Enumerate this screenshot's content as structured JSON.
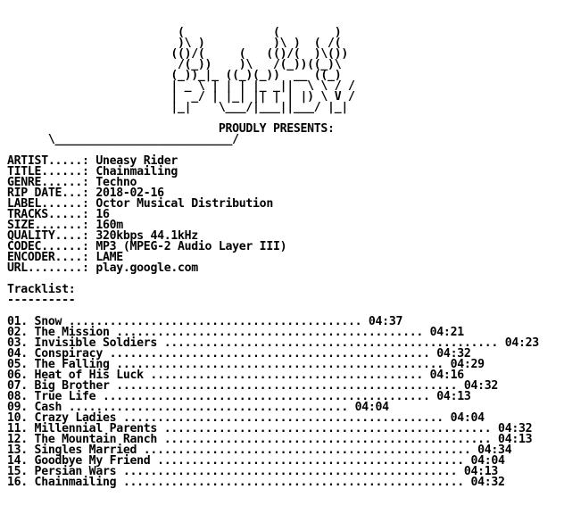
{
  "colors": {
    "background": "#ffffff",
    "text": "#000000"
  },
  "logo_ascii": [
    "                         (             (        )",
    "                         )\\ )          )\\ )  ( /(",
    "                        (()/(     (   (()/(  )\\())",
    "                         /(_))    )\\   /(_))((_)\\",
    "                        (_))_|_ ((_)(_))  __ ((_)",
    "                        | _ \\ | | | |_ _||  \\ \\ / /",
    "                        |  _/ | |_| || | | |) \\ V /",
    "                        |_|    \\___/|___||___/ |_|"
  ],
  "presents": "                               PROUDLY PRESENTS:",
  "underline": "      \\__________________________/",
  "release": {
    "artist_key": "ARTIST.....",
    "artist": "Uneasy Rider",
    "title_key": "TITLE......",
    "title": "Chainmailing",
    "genre_key": "GENRE......",
    "genre": "Techno",
    "ripdate_key": "RIP DATE...",
    "ripdate": "2018-02-16",
    "label_key": "LABEL......",
    "label": "Octor Musical Distribution",
    "tracks_key": "TRACKS.....",
    "tracks": "16",
    "size_key": "SIZE.......",
    "size": "160m",
    "quality_key": "QUALITY....",
    "quality": "320kbps 44.1kHz",
    "codec_key": "CODEC......",
    "codec": "MP3 (MPEG-2 Audio Layer III)",
    "encoder_key": "ENCODER....",
    "encoder": "LAME",
    "url_key": "URL........",
    "url": "play.google.com"
  },
  "tracklist_heading": "Tracklist:",
  "tracklist_rule": "----------",
  "tracks": [
    "01. Snow ........................................... 04:37",
    "02. The Mission ............................................. 04:21",
    "03. Invisible Soldiers ................................................. 04:23",
    "04. Conspiracy ............................................... 04:32",
    "05. The Falling ................................................ 04:29",
    "06. Heat of His Luck ........................................ 04:16",
    "07. Big Brother .................................................. 04:32",
    "08. True Life ................................................ 04:13",
    "09. Cash ......................................... 04:04",
    "10. Crazy Ladies ............................................... 04:04",
    "11. Millennial Parents ................................................ 04:32",
    "12. The Mountain Ranch ................................................ 04:13",
    "13. Singles Married ................................................ 04:34",
    "14. Goodbye My Friend ............................................. 04:04",
    "15. Persian Wars ................................................. 04:13",
    "16. Chainmailing .................................................. 04:32"
  ]
}
